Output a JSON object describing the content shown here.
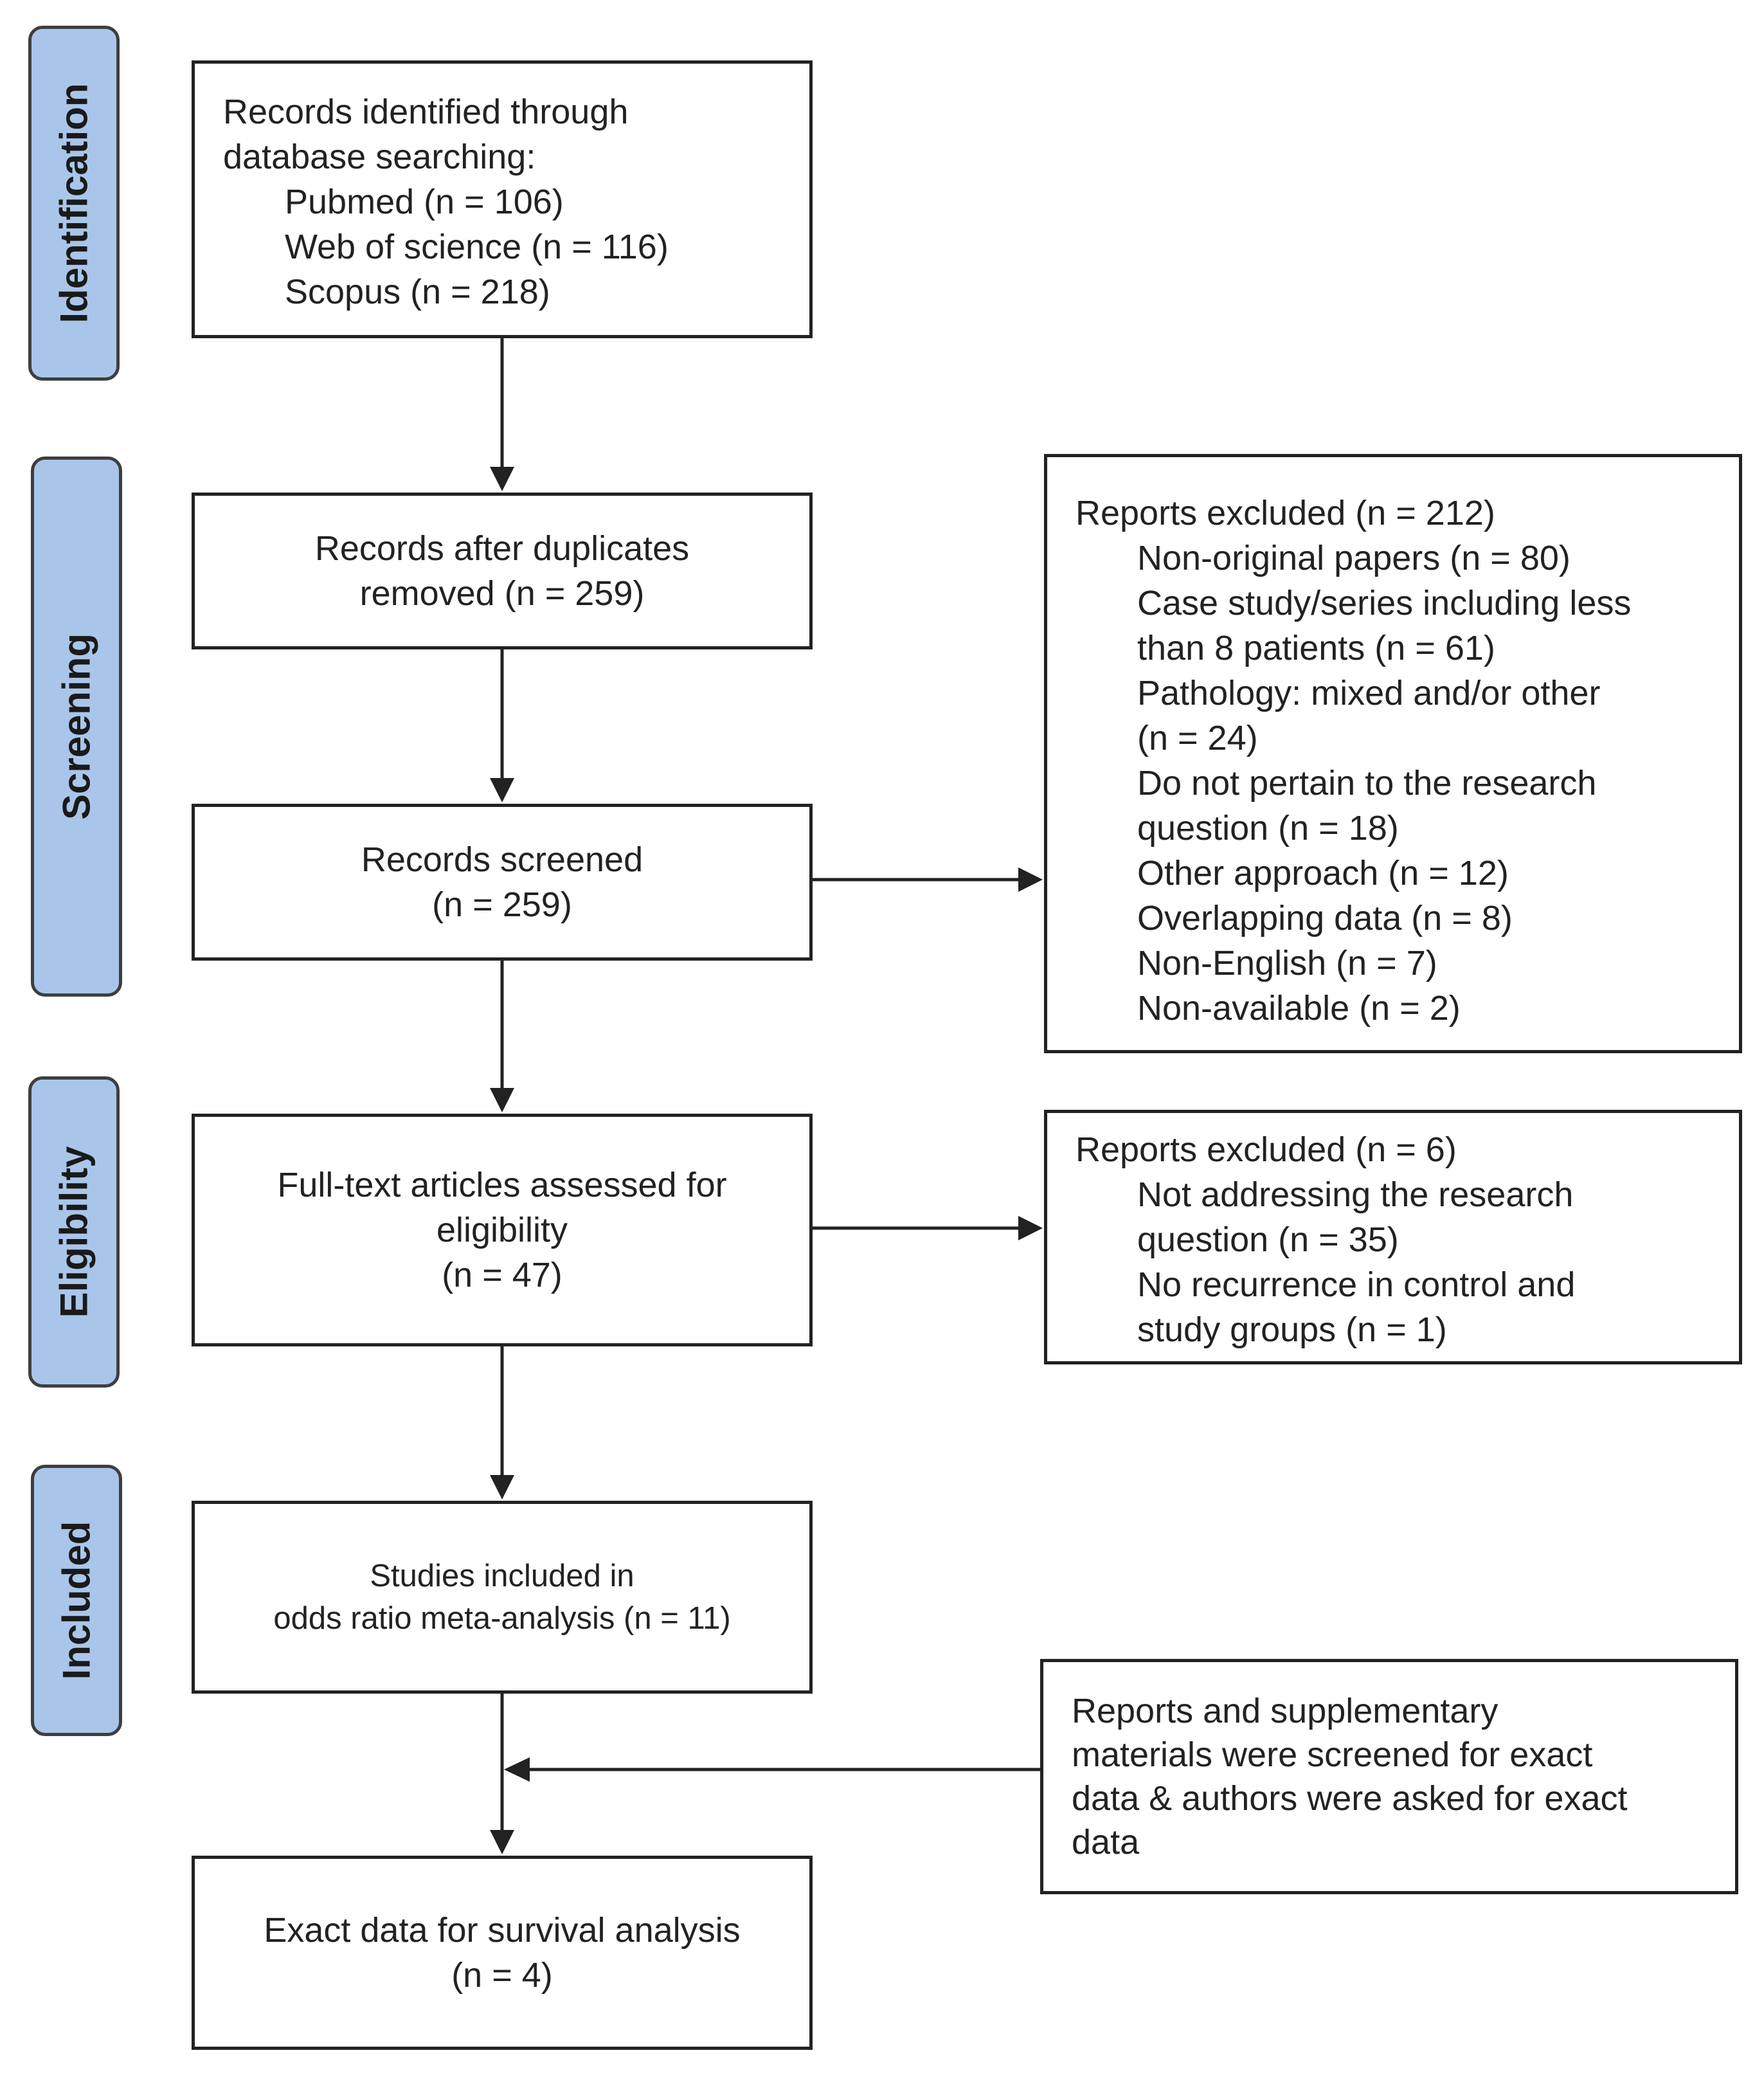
{
  "phases": {
    "identification": "Identification",
    "screening": "Screening",
    "eligibility": "Eligibility",
    "included": "Included"
  },
  "boxes": {
    "identified": {
      "title_1": "Records identified through",
      "title_2": "database searching:",
      "pubmed": "Pubmed (n = 106)",
      "wos": "Web of science (n = 116)",
      "scopus": "Scopus (n = 218)"
    },
    "duplicates": {
      "line_1": "Records after duplicates",
      "line_2": "removed (n = 259)"
    },
    "screened": {
      "line_1": "Records screened",
      "line_2": "(n = 259)"
    },
    "fulltext": {
      "line_1": "Full-text articles assessed for",
      "line_2": "eligibility",
      "line_3": "(n = 47)"
    },
    "included": {
      "line_1": "Studies included in",
      "line_2": "odds ratio meta-analysis (n = 11)"
    },
    "exact": {
      "line_1": "Exact data for survival analysis",
      "line_2": "(n = 4)"
    },
    "excluded_screening": {
      "header": "Reports excluded (n = 212)",
      "items": [
        "Non-original papers (n = 80)",
        "Case study/series including less",
        "than 8 patients (n = 61)",
        "Pathology: mixed and/or other",
        "(n = 24)",
        "Do not pertain to the research",
        "question (n = 18)",
        "Other approach (n = 12)",
        "Overlapping data (n = 8)",
        "Non-English (n = 7)",
        "Non-available (n = 2)"
      ]
    },
    "excluded_eligibility": {
      "header": "Reports excluded (n = 6)",
      "items": [
        "Not addressing the research",
        "question (n = 35)",
        "No recurrence in control and",
        "study groups (n = 1)"
      ]
    },
    "supplementary": {
      "line_1": "Reports and supplementary",
      "line_2": "materials were screened for exact",
      "line_3": "data & authors were asked for exact",
      "line_4": "data"
    }
  }
}
